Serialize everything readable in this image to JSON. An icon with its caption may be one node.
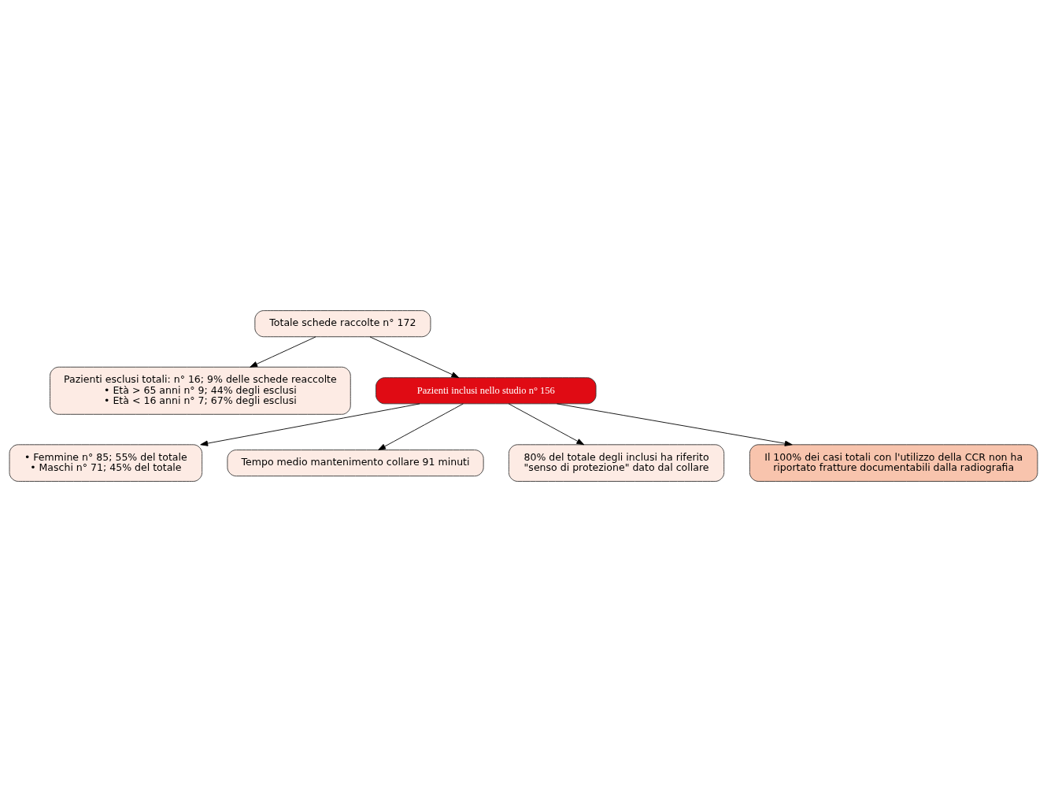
{
  "diagram": {
    "nodes": [
      {
        "text": [
          "Totale schede raccolte n° 172"
        ]
      },
      {
        "text": [
          "Pazienti esclusi totali: n° 16; 9% delle schede reaccolte",
          "• Età > 65 anni n° 9; 44% degli esclusi",
          "• Età < 16 anni n° 7; 67% degli esclusi"
        ]
      },
      {
        "text": [
          "Pazienti inclusi nello studio n° 156"
        ]
      },
      {
        "text": [
          "• Femmine n° 85; 55% del totale",
          "• Maschi n° 71; 45% del totale"
        ]
      },
      {
        "text": [
          "Tempo medio mantenimento collare 91 minuti"
        ]
      },
      {
        "text": [
          "80% del totale degli inclusi ha riferito \"senso di protezione\" dato dal collare"
        ]
      },
      {
        "text": [
          "Il 100% dei casi totali con l'utilizzo della CCR non ha riportato fratture documentabili dalla radiografia"
        ]
      }
    ],
    "edges": [
      {
        "from": 0,
        "to": 1,
        "arrow": "to"
      },
      {
        "from": 0,
        "to": 2,
        "arrow": "to"
      },
      {
        "from": 2,
        "to": 3,
        "arrow": "to"
      },
      {
        "from": 2,
        "to": 4,
        "arrow": "to"
      },
      {
        "from": 2,
        "to": 5,
        "arrow": "to"
      },
      {
        "from": 2,
        "to": 6,
        "arrow": "to"
      }
    ]
  }
}
